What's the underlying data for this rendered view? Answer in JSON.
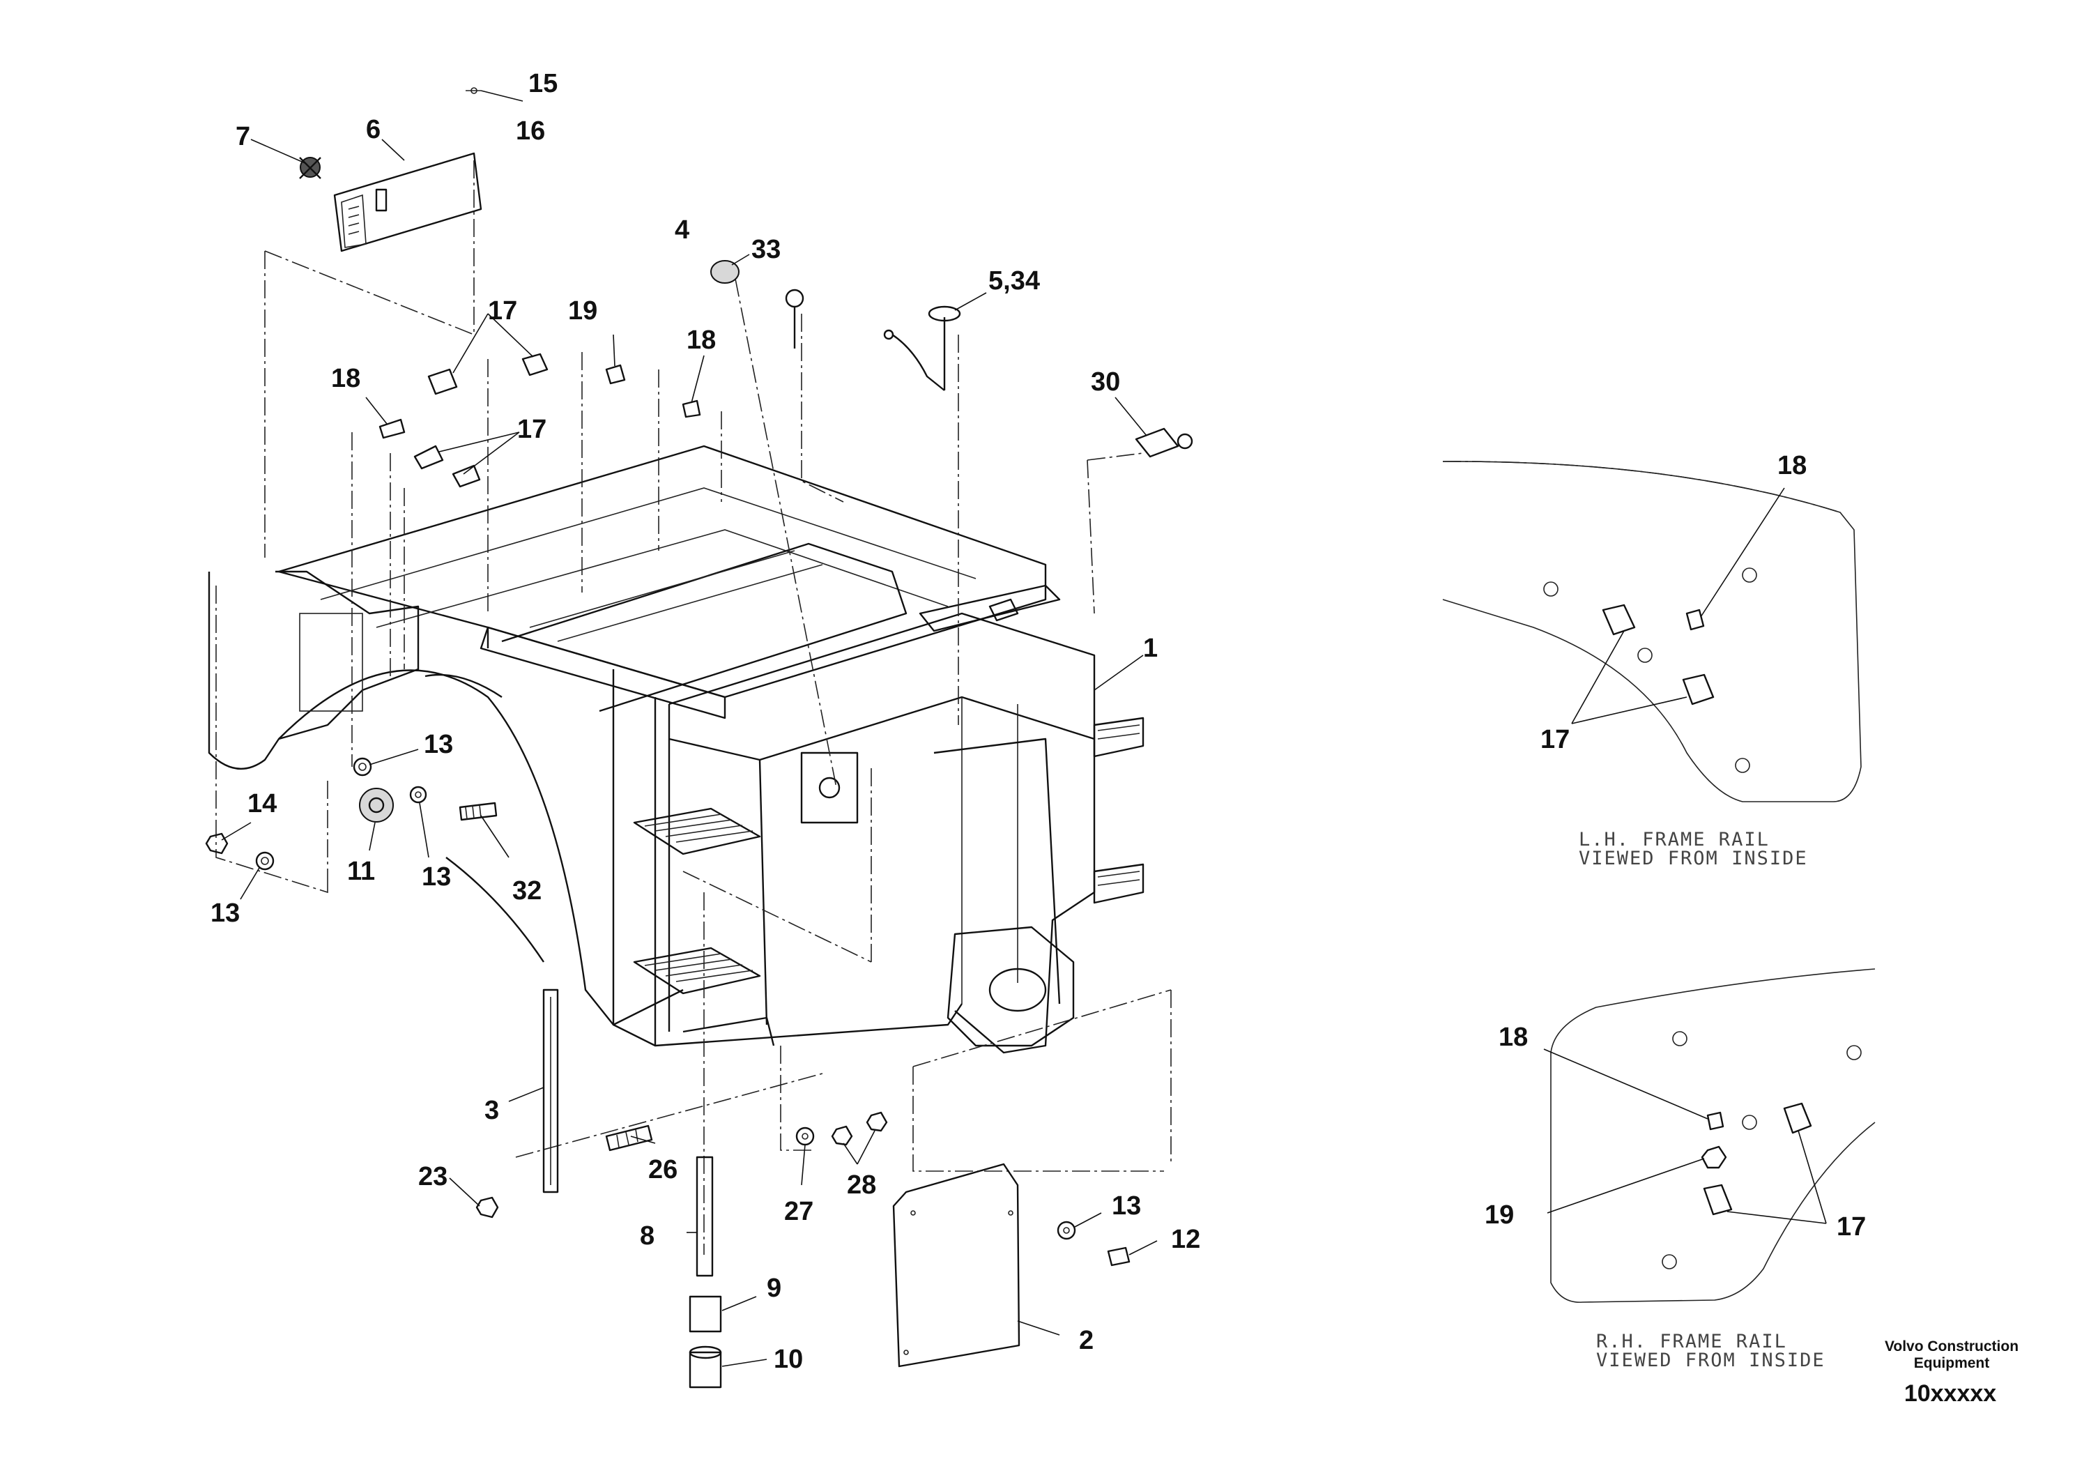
{
  "callouts": {
    "c15": "15",
    "c16": "16",
    "c7": "7",
    "c6": "6",
    "c4": "4",
    "c33": "33",
    "c534": "5,34",
    "c17a": "17",
    "c19": "19",
    "c18a": "18",
    "c18b": "18",
    "c17b": "17",
    "c30": "30",
    "c1": "1",
    "c13a": "13",
    "c14": "14",
    "c11": "11",
    "c13b": "13",
    "c32": "32",
    "c13c": "13",
    "c3": "3",
    "c26": "26",
    "c23": "23",
    "c27": "27",
    "c28": "28",
    "c8": "8",
    "c9": "9",
    "c10": "10",
    "c13d": "13",
    "c12": "12",
    "c2": "2"
  },
  "lh_detail": {
    "caption_line1": "L.H. FRAME RAIL",
    "caption_line2": "VIEWED FROM INSIDE",
    "callout_18": "18",
    "callout_17": "17"
  },
  "rh_detail": {
    "caption_line1": "R.H. FRAME RAIL",
    "caption_line2": "VIEWED FROM INSIDE",
    "callout_18": "18",
    "callout_19": "19",
    "callout_17": "17"
  },
  "footer": {
    "brand_line1": "Volvo Construction",
    "brand_line2": "Equipment",
    "drawing_code": "10xxxxx"
  }
}
